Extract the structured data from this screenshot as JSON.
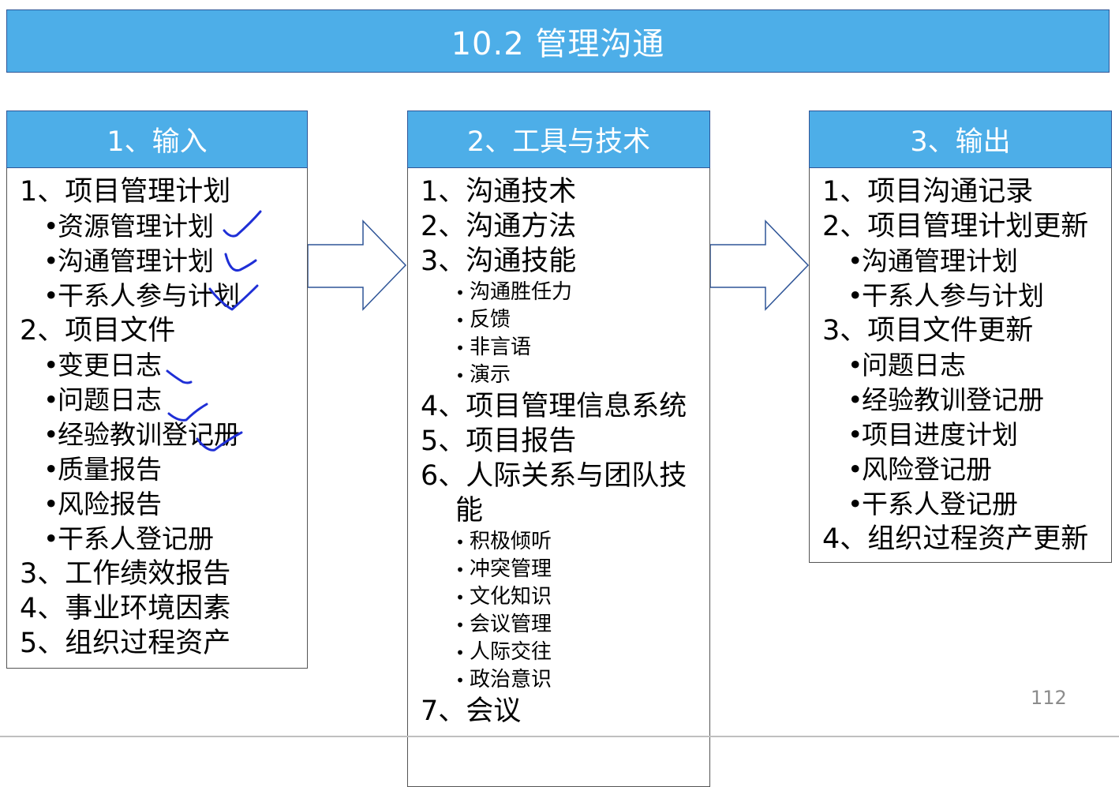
{
  "title": "10.2  管理沟通",
  "columns": [
    {
      "header": "1、输入",
      "items": [
        {
          "level": 1,
          "text": "1、项目管理计划"
        },
        {
          "level": 2,
          "text": "资源管理计划"
        },
        {
          "level": 2,
          "text": "沟通管理计划"
        },
        {
          "level": 2,
          "text": "干系人参与计划"
        },
        {
          "level": 1,
          "text": "2、项目文件"
        },
        {
          "level": 2,
          "text": "变更日志"
        },
        {
          "level": 2,
          "text": "问题日志"
        },
        {
          "level": 2,
          "text": "经验教训登记册"
        },
        {
          "level": 2,
          "text": "质量报告"
        },
        {
          "level": 2,
          "text": "风险报告"
        },
        {
          "level": 2,
          "text": "干系人登记册"
        },
        {
          "level": 1,
          "text": "3、工作绩效报告"
        },
        {
          "level": 1,
          "text": "4、事业环境因素"
        },
        {
          "level": 1,
          "text": "5、组织过程资产"
        }
      ]
    },
    {
      "header": "2、工具与技术",
      "items": [
        {
          "level": 1,
          "text": "1、沟通技术"
        },
        {
          "level": 1,
          "text": "2、沟通方法"
        },
        {
          "level": 1,
          "text": "3、沟通技能"
        },
        {
          "level": 3,
          "text": "沟通胜任力"
        },
        {
          "level": 3,
          "text": "反馈"
        },
        {
          "level": 3,
          "text": "非言语"
        },
        {
          "level": 3,
          "text": "演示"
        },
        {
          "level": 1,
          "text": "4、项目管理信息系统"
        },
        {
          "level": 1,
          "text": "5、项目报告"
        },
        {
          "level": 1,
          "text": "6、人际关系与团队技"
        },
        {
          "level": 0,
          "text": "能"
        },
        {
          "level": 3,
          "text": "积极倾听"
        },
        {
          "level": 3,
          "text": "冲突管理"
        },
        {
          "level": 3,
          "text": "文化知识"
        },
        {
          "level": 3,
          "text": "会议管理"
        },
        {
          "level": 3,
          "text": "人际交往"
        },
        {
          "level": 3,
          "text": "政治意识"
        },
        {
          "level": 1,
          "text": "7、会议"
        }
      ]
    },
    {
      "header": "3、输出",
      "items": [
        {
          "level": 1,
          "text": "1、项目沟通记录"
        },
        {
          "level": 1,
          "text": "2、项目管理计划更新"
        },
        {
          "level": 2,
          "text": "沟通管理计划"
        },
        {
          "level": 2,
          "text": "干系人参与计划"
        },
        {
          "level": 1,
          "text": "3、项目文件更新"
        },
        {
          "level": 2,
          "text": "问题日志"
        },
        {
          "level": 2,
          "text": "经验教训登记册"
        },
        {
          "level": 2,
          "text": "项目进度计划"
        },
        {
          "level": 2,
          "text": "风险登记册"
        },
        {
          "level": 2,
          "text": "干系人登记册"
        },
        {
          "level": 1,
          "text": "4、组织过程资产更新"
        }
      ]
    }
  ],
  "page_number": "112",
  "colors": {
    "header_fill": "#4daee8",
    "header_border": "#2f5597",
    "arrow_stroke": "#2f5597",
    "annotation_ink": "#1f2fd6",
    "page_number": "#8c8c8c"
  }
}
